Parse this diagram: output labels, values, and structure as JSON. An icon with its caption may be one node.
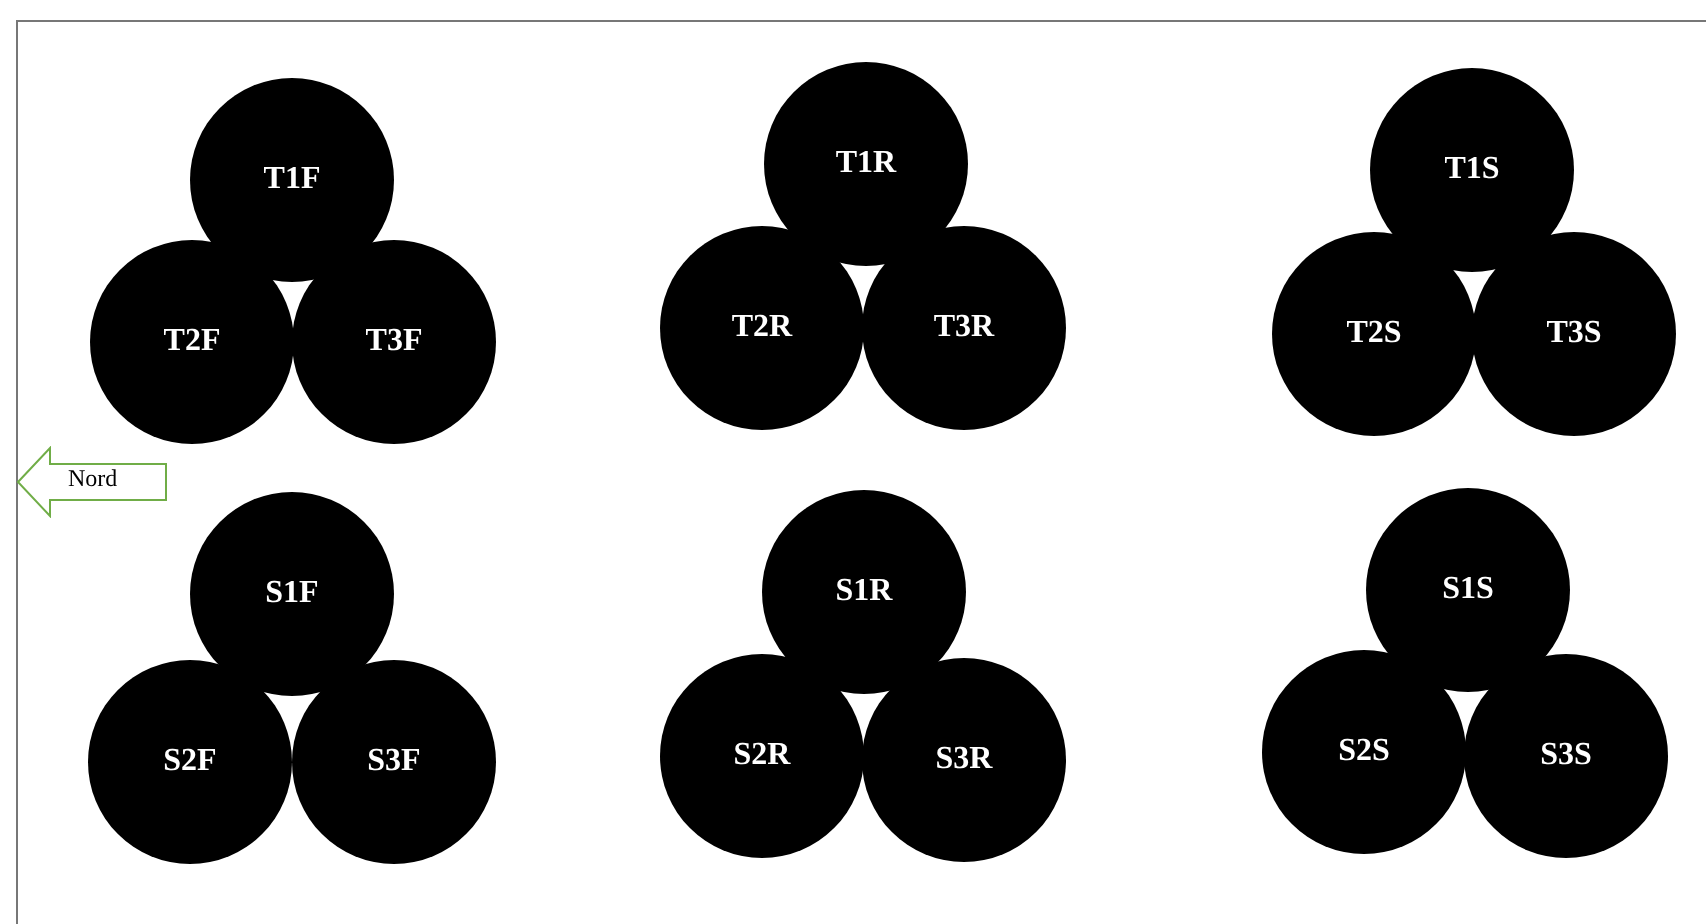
{
  "diagram": {
    "nodes": [
      {
        "text": [
          "T1F"
        ]
      },
      {
        "text": [
          "T2F"
        ]
      },
      {
        "text": [
          "T3F"
        ]
      },
      {
        "text": [
          "T1R"
        ]
      },
      {
        "text": [
          "T2R"
        ]
      },
      {
        "text": [
          "T3R"
        ]
      },
      {
        "text": [
          "T1S"
        ]
      },
      {
        "text": [
          "T2S"
        ]
      },
      {
        "text": [
          "T3S"
        ]
      },
      {
        "text": [
          "Nord"
        ]
      },
      {
        "text": [
          "S1F"
        ]
      },
      {
        "text": [
          "S2F"
        ]
      },
      {
        "text": [
          "S3F"
        ]
      },
      {
        "text": [
          "S1R"
        ]
      },
      {
        "text": [
          "S2R"
        ]
      },
      {
        "text": [
          "S3R"
        ]
      },
      {
        "text": [
          "S1S"
        ]
      },
      {
        "text": [
          "S2S"
        ]
      },
      {
        "text": [
          "S3S"
        ]
      }
    ]
  }
}
